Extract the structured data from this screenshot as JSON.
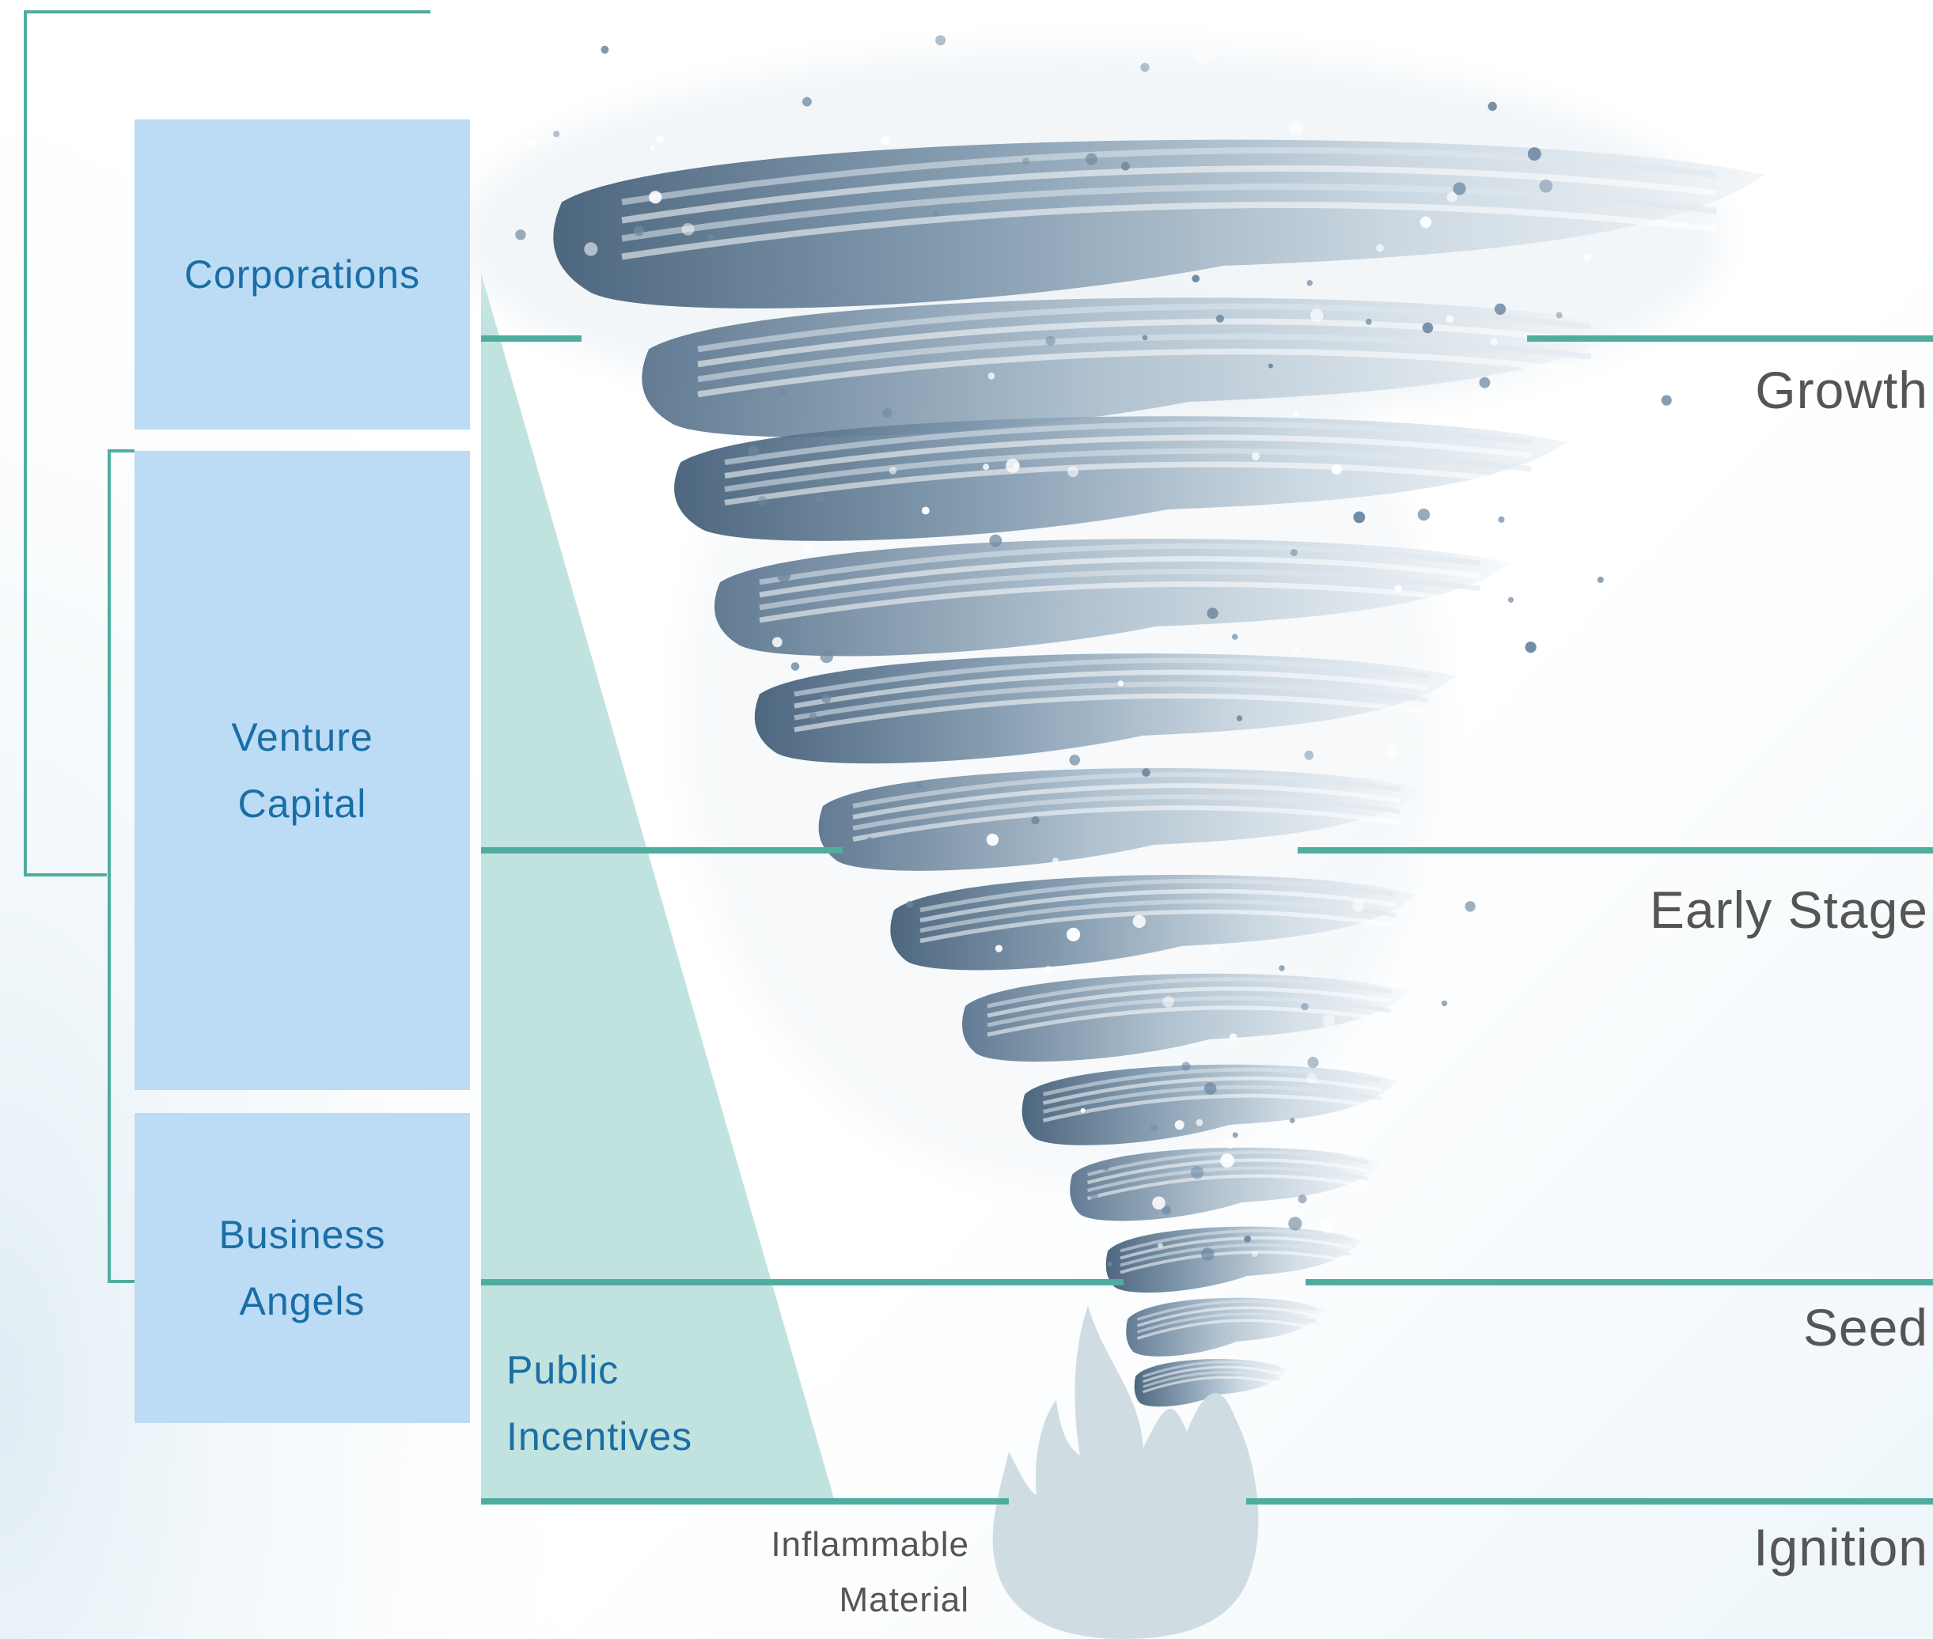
{
  "funding_sources": {
    "corporations": {
      "label": "Corporations"
    },
    "venture_capital": {
      "line1": "Venture",
      "line2": "Capital"
    },
    "business_angels": {
      "line1": "Business",
      "line2": "Angels"
    },
    "public_incentives": {
      "line1": "Public",
      "line2": "Incentives"
    }
  },
  "stages": {
    "growth": "Growth",
    "early_stage": "Early Stage",
    "seed": "Seed",
    "ignition": "Ignition"
  },
  "base": {
    "line1": "Inflammable",
    "line2": "Material"
  },
  "colors": {
    "teal_line": "#4fad9f",
    "box_fill": "#bcdcf6",
    "box_text": "#1a6ea4",
    "wedge_fill": "#c1e3df",
    "stage_text": "#555555",
    "flame_fill": "#cfdde3",
    "tornado_dark": "#3e5a74",
    "tornado_mid": "#8fa6ba",
    "tornado_light": "#e9f0f5"
  },
  "icons": [
    "tornado-icon",
    "flame-icon"
  ]
}
